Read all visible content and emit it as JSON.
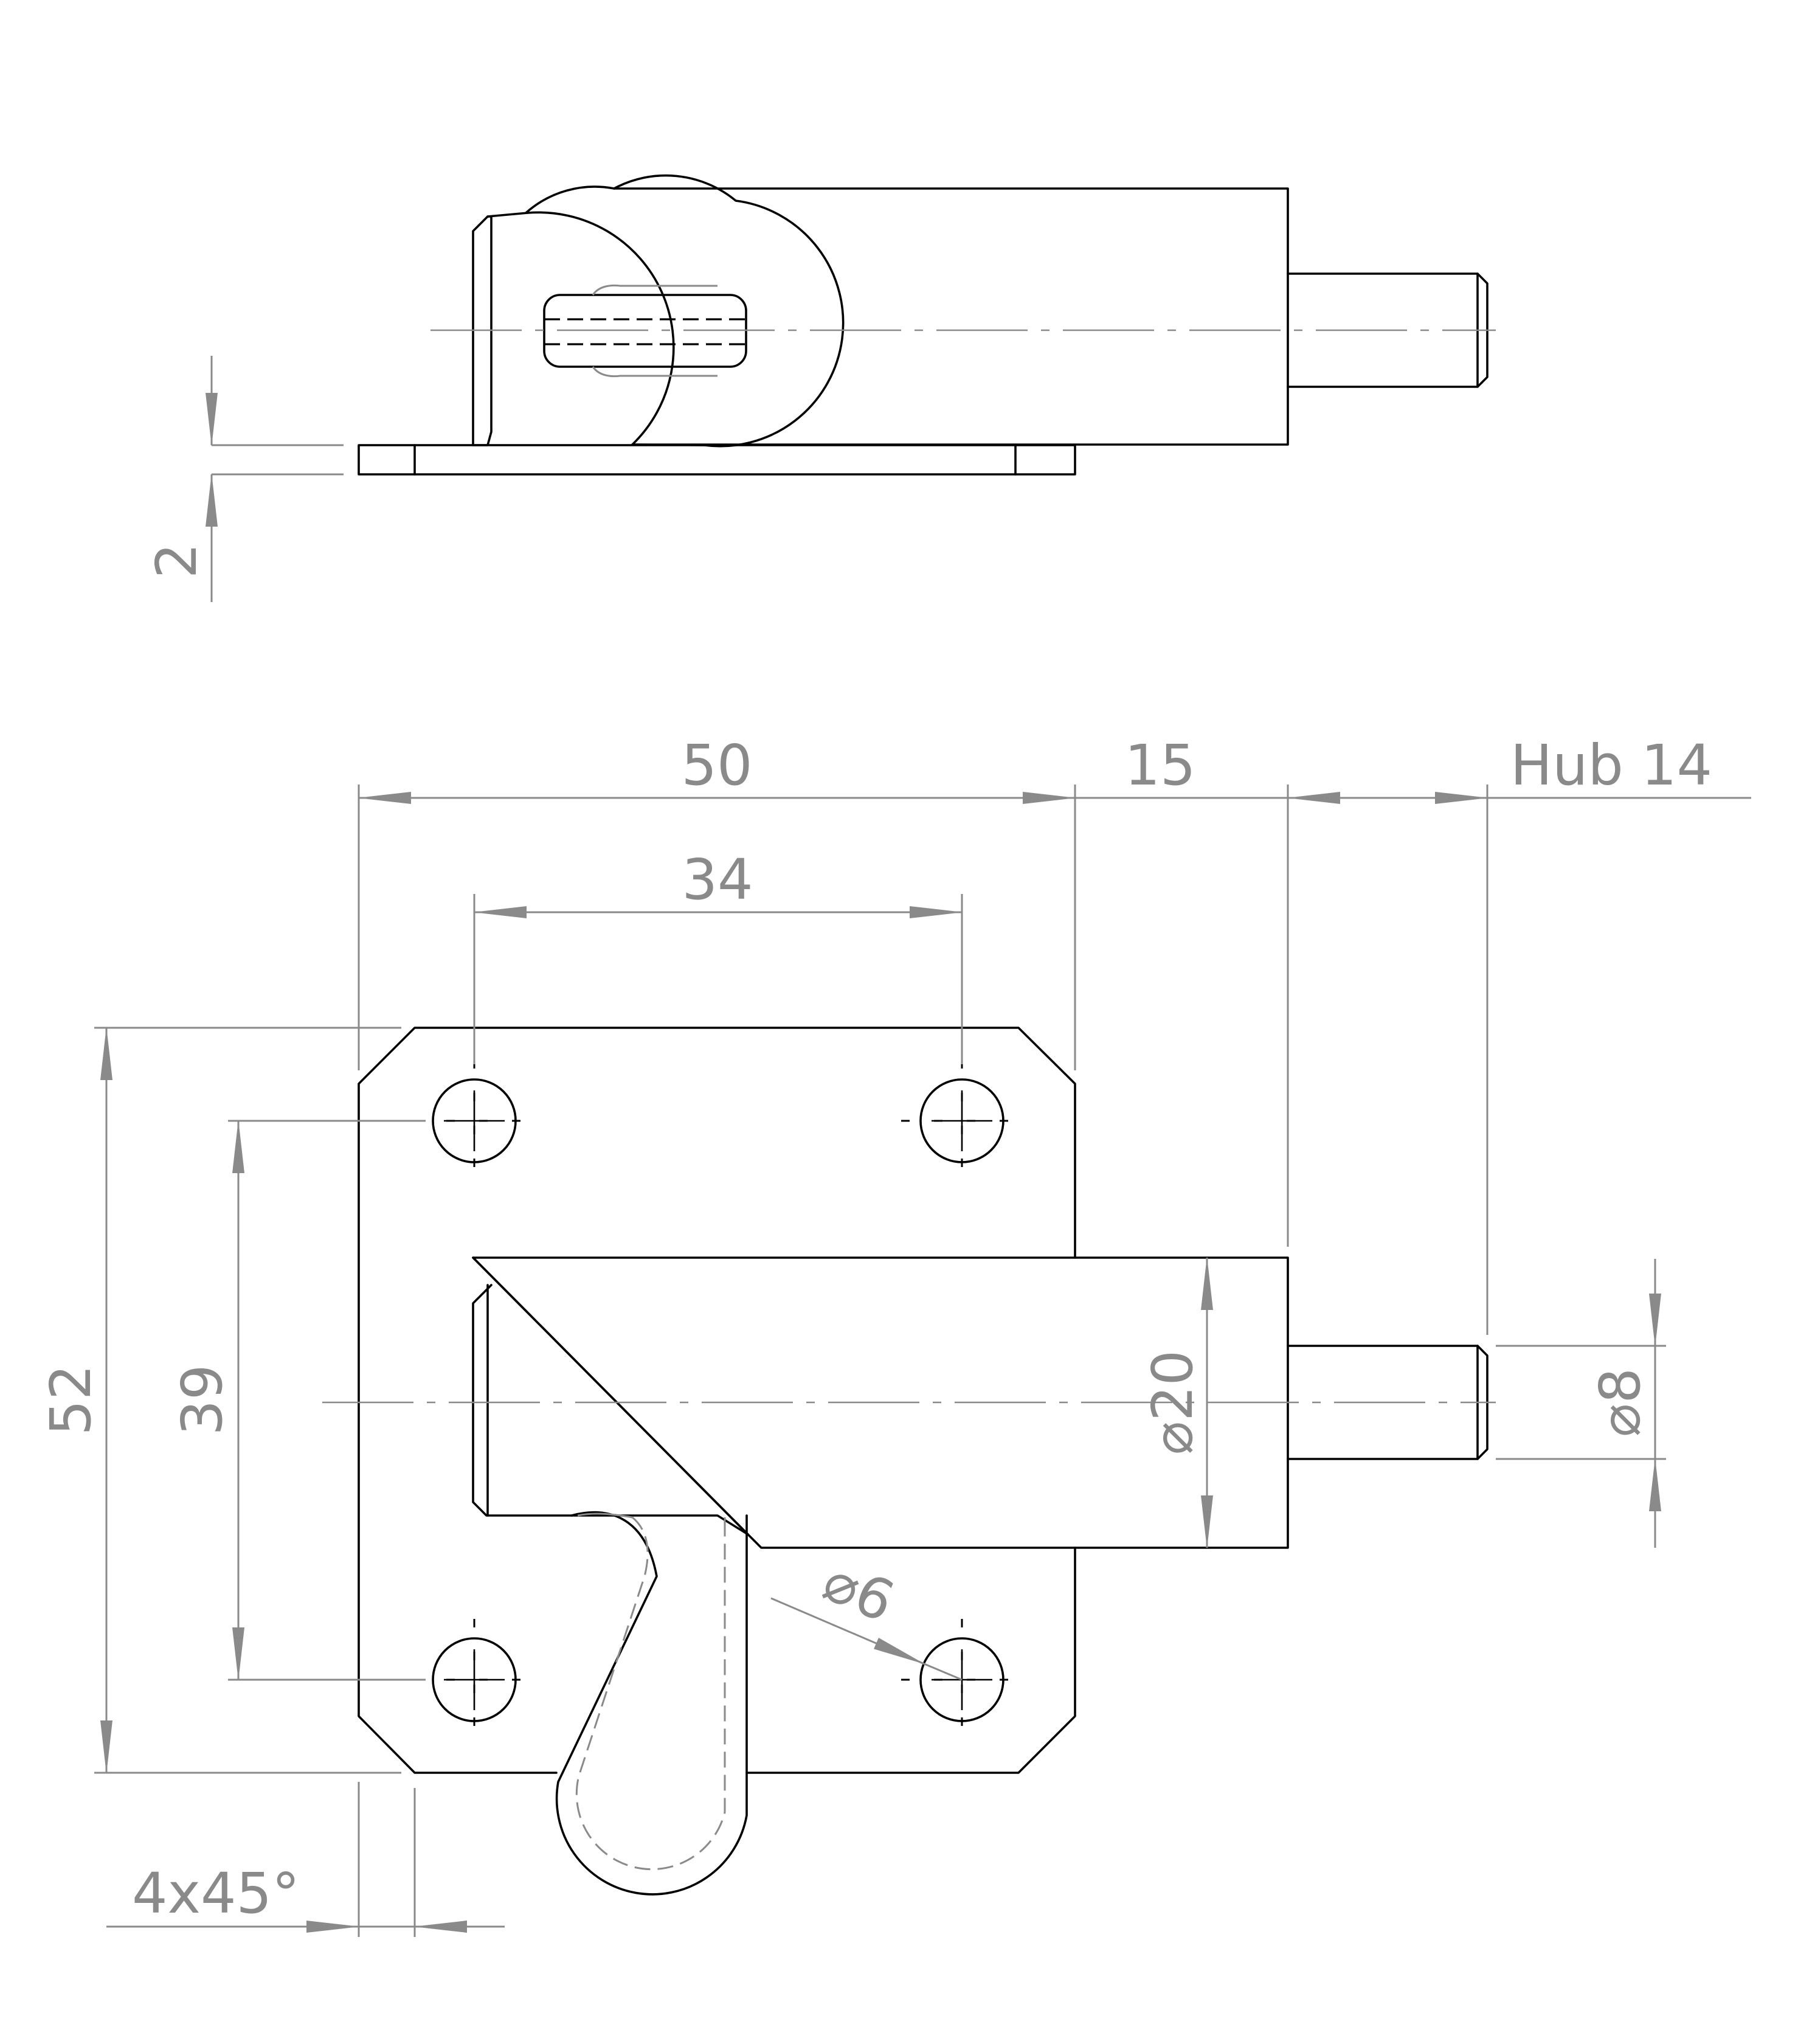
{
  "drawing": {
    "dimensions": {
      "plate_thickness": "2",
      "overall_width": "50",
      "bolt_projection": "15",
      "stroke": "Hub 14",
      "hole_spacing_horizontal": "34",
      "overall_height": "52",
      "hole_spacing_vertical": "39",
      "housing_diameter": "⌀20",
      "bolt_diameter": "⌀8",
      "hole_diameter": "⌀6",
      "chamfer": "4x45°"
    }
  }
}
